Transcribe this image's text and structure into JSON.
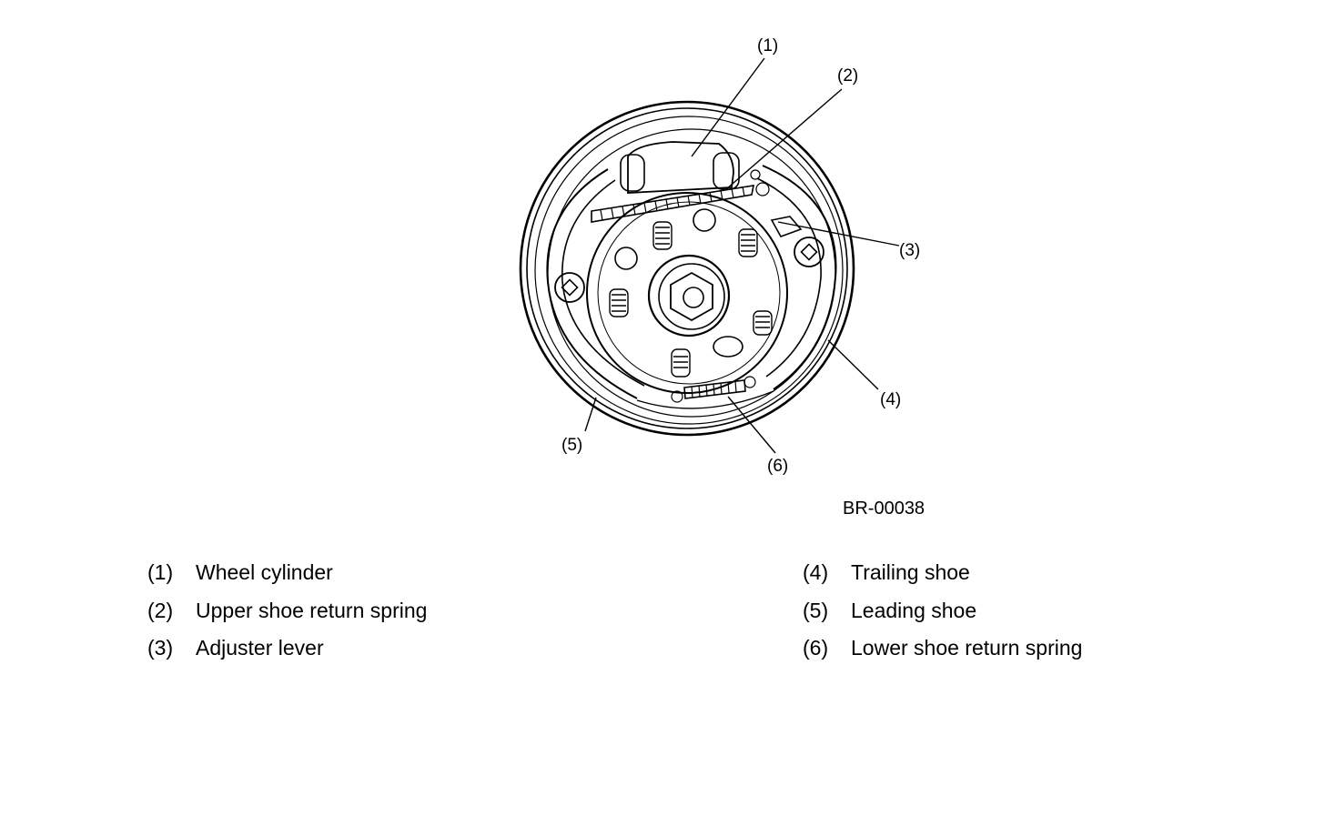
{
  "diagram": {
    "figure_id": "BR-00038",
    "callouts": [
      "(1)",
      "(2)",
      "(3)",
      "(4)",
      "(5)",
      "(6)"
    ]
  },
  "legend": {
    "left": [
      {
        "num": "(1)",
        "label": "Wheel cylinder"
      },
      {
        "num": "(2)",
        "label": "Upper shoe return spring"
      },
      {
        "num": "(3)",
        "label": "Adjuster lever"
      }
    ],
    "right": [
      {
        "num": "(4)",
        "label": "Trailing shoe"
      },
      {
        "num": "(5)",
        "label": "Leading shoe"
      },
      {
        "num": "(6)",
        "label": "Lower shoe return spring"
      }
    ]
  }
}
